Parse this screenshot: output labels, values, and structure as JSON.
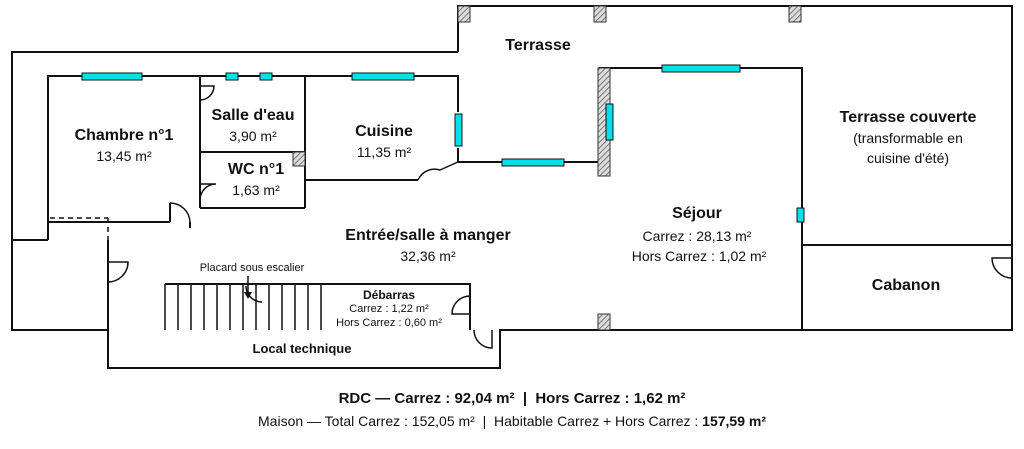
{
  "rooms": {
    "terrasse": {
      "name": "Terrasse"
    },
    "chambre": {
      "name": "Chambre n°1",
      "area": "13,45 m²"
    },
    "salle_eau": {
      "name": "Salle d'eau",
      "area": "3,90 m²"
    },
    "wc": {
      "name": "WC n°1",
      "area": "1,63 m²"
    },
    "cuisine": {
      "name": "Cuisine",
      "area": "11,35 m²"
    },
    "entree": {
      "name": "Entrée/salle à manger",
      "area": "32,36 m²"
    },
    "sejour": {
      "name": "Séjour",
      "carrez": "Carrez : 28,13 m²",
      "hors": "Hors Carrez : 1,02 m²"
    },
    "terrasse_couverte": {
      "name": "Terrasse couverte",
      "sub1": "(transformable en",
      "sub2": "cuisine d'été)"
    },
    "cabanon": {
      "name": "Cabanon"
    },
    "placard": {
      "name": "Placard sous escalier"
    },
    "debarras": {
      "name": "Débarras",
      "carrez": "Carrez : 1,22 m²",
      "hors": "Hors Carrez : 0,60 m²"
    },
    "local": {
      "name": "Local technique"
    }
  },
  "footer": {
    "rdc_prefix": "RDC — Carrez : ",
    "rdc_carrez": "92,04 m²",
    "rdc_sep": "  |  Hors Carrez : ",
    "rdc_hors": "1,62 m²",
    "maison_text": "Maison — Total Carrez : 152,05 m²  |  Habitable Carrez + Hors Carrez : ",
    "maison_total": "157,59 m²"
  },
  "colors": {
    "wall": "#111111",
    "window": "#00e0e8",
    "hatch": "#555555"
  }
}
